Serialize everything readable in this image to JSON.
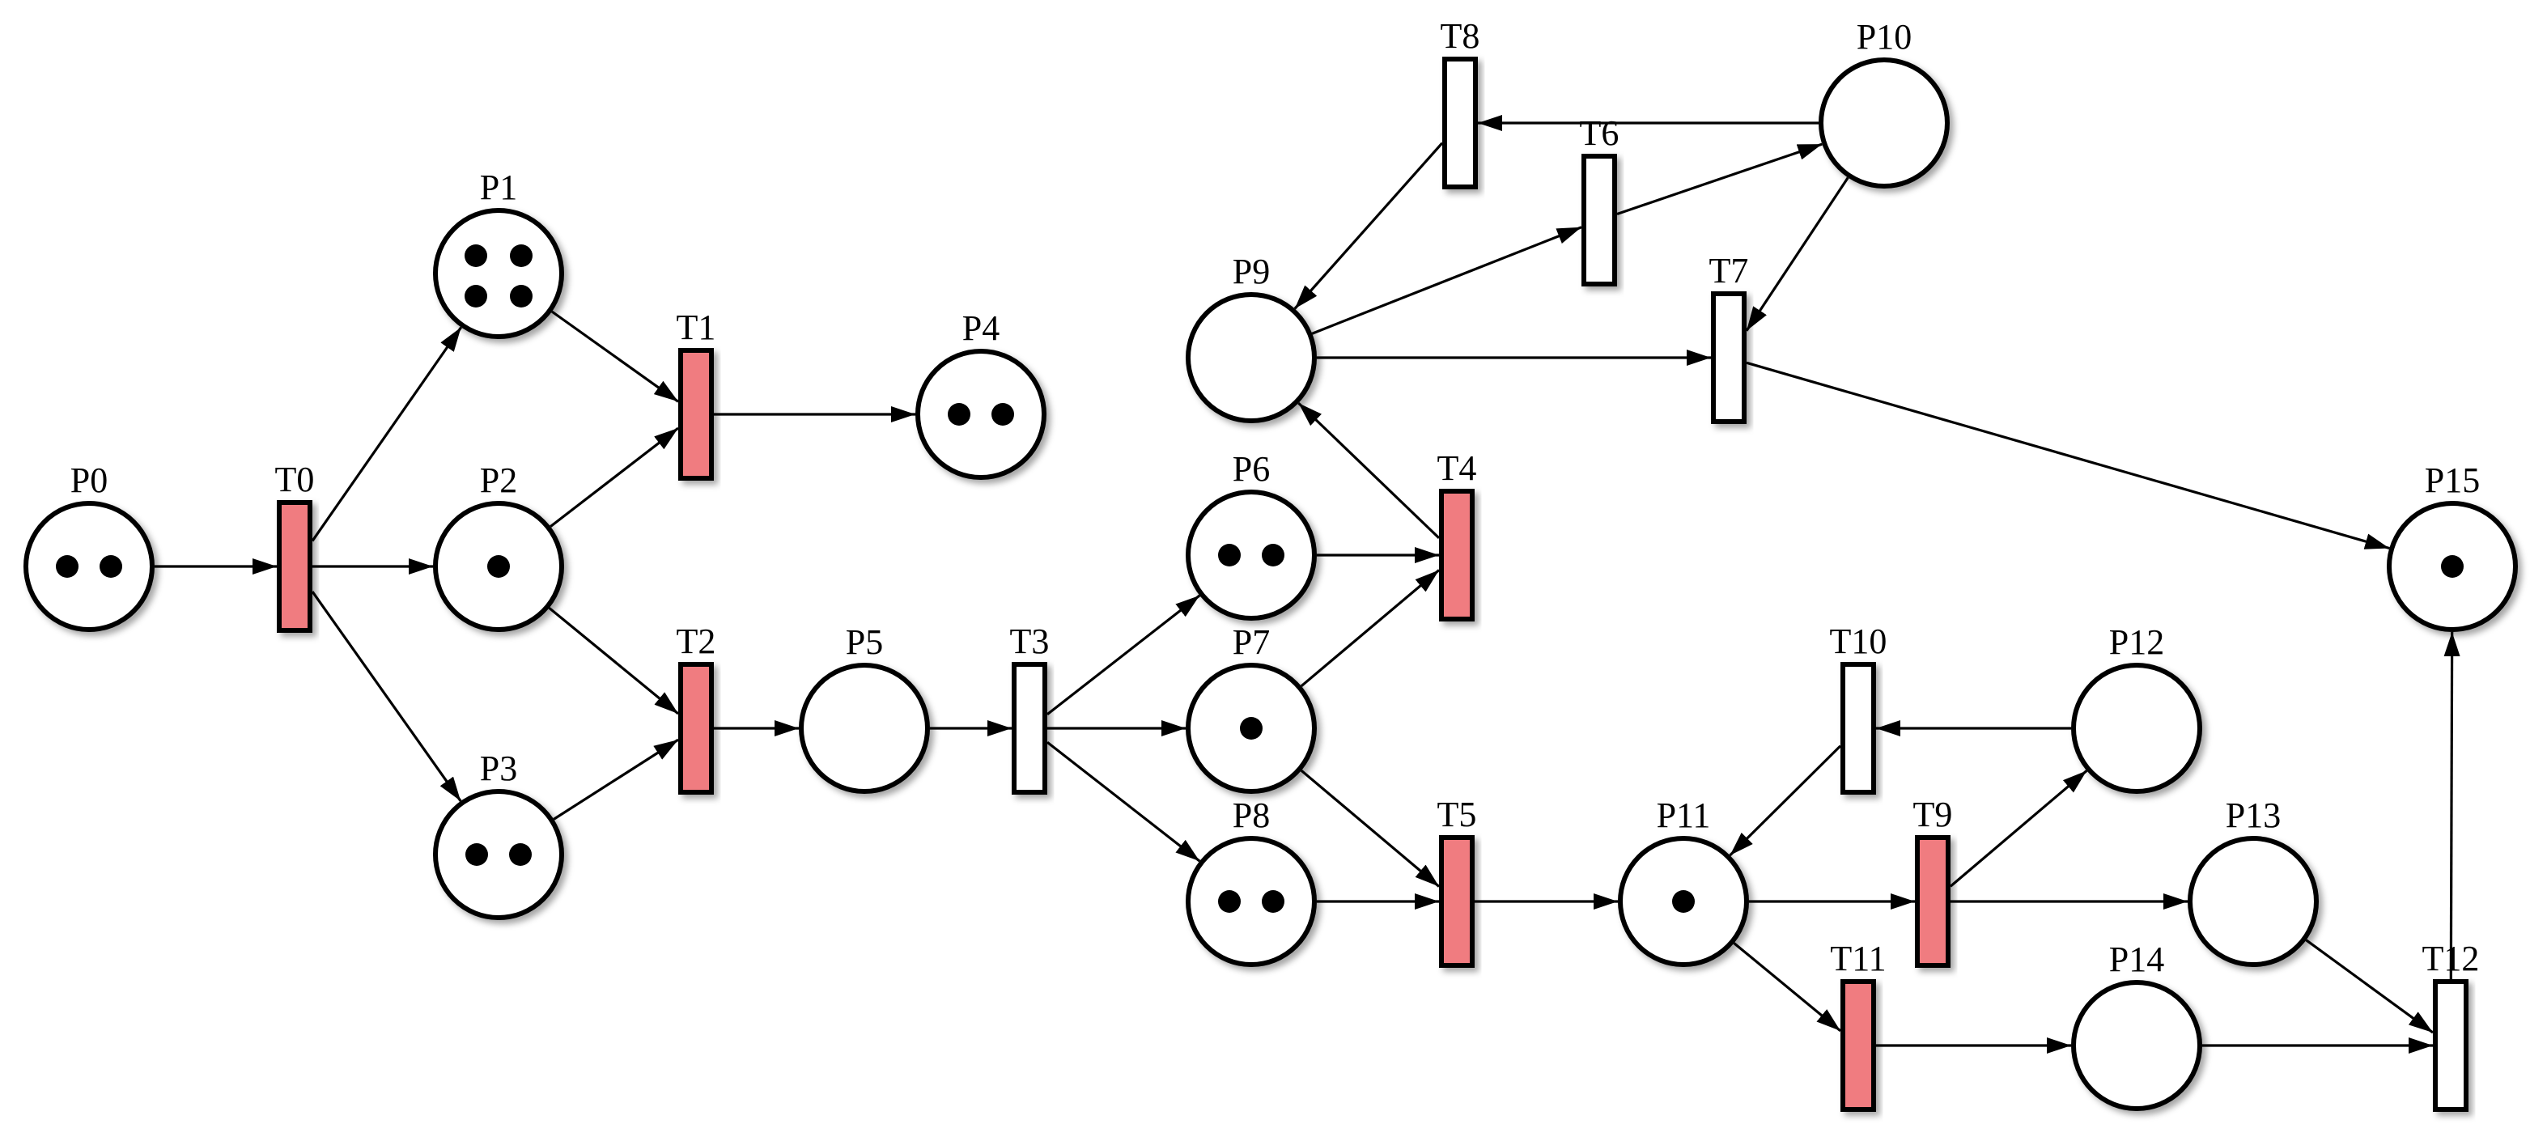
{
  "colors": {
    "enabled_transition": "#f07c80",
    "disabled_transition": "#ffffff",
    "stroke": "#000000",
    "place_fill": "#ffffff"
  },
  "places": [
    {
      "id": "P0",
      "label": "P0",
      "tokens": 2
    },
    {
      "id": "P1",
      "label": "P1",
      "tokens": 4
    },
    {
      "id": "P2",
      "label": "P2",
      "tokens": 1
    },
    {
      "id": "P3",
      "label": "P3",
      "tokens": 2
    },
    {
      "id": "P4",
      "label": "P4",
      "tokens": 2
    },
    {
      "id": "P5",
      "label": "P5",
      "tokens": 0
    },
    {
      "id": "P6",
      "label": "P6",
      "tokens": 2
    },
    {
      "id": "P7",
      "label": "P7",
      "tokens": 1
    },
    {
      "id": "P8",
      "label": "P8",
      "tokens": 2
    },
    {
      "id": "P9",
      "label": "P9",
      "tokens": 0
    },
    {
      "id": "P10",
      "label": "P10",
      "tokens": 0
    },
    {
      "id": "P11",
      "label": "P11",
      "tokens": 1
    },
    {
      "id": "P12",
      "label": "P12",
      "tokens": 0
    },
    {
      "id": "P13",
      "label": "P13",
      "tokens": 0
    },
    {
      "id": "P14",
      "label": "P14",
      "tokens": 0
    },
    {
      "id": "P15",
      "label": "P15",
      "tokens": 1
    }
  ],
  "transitions": [
    {
      "id": "T0",
      "label": "T0",
      "enabled": true
    },
    {
      "id": "T1",
      "label": "T1",
      "enabled": true
    },
    {
      "id": "T2",
      "label": "T2",
      "enabled": true
    },
    {
      "id": "T3",
      "label": "T3",
      "enabled": false
    },
    {
      "id": "T4",
      "label": "T4",
      "enabled": true
    },
    {
      "id": "T5",
      "label": "T5",
      "enabled": true
    },
    {
      "id": "T6",
      "label": "T6",
      "enabled": false
    },
    {
      "id": "T7",
      "label": "T7",
      "enabled": false
    },
    {
      "id": "T8",
      "label": "T8",
      "enabled": false
    },
    {
      "id": "T9",
      "label": "T9",
      "enabled": true
    },
    {
      "id": "T10",
      "label": "T10",
      "enabled": false
    },
    {
      "id": "T11",
      "label": "T11",
      "enabled": true
    },
    {
      "id": "T12",
      "label": "T12",
      "enabled": false
    }
  ],
  "arcs": [
    {
      "from": "P0",
      "to": "T0"
    },
    {
      "from": "T0",
      "to": "P1"
    },
    {
      "from": "T0",
      "to": "P2"
    },
    {
      "from": "T0",
      "to": "P3"
    },
    {
      "from": "P1",
      "to": "T1"
    },
    {
      "from": "P2",
      "to": "T1"
    },
    {
      "from": "T1",
      "to": "P4"
    },
    {
      "from": "P2",
      "to": "T2"
    },
    {
      "from": "P3",
      "to": "T2"
    },
    {
      "from": "T2",
      "to": "P5"
    },
    {
      "from": "P5",
      "to": "T3"
    },
    {
      "from": "T3",
      "to": "P6"
    },
    {
      "from": "T3",
      "to": "P7"
    },
    {
      "from": "T3",
      "to": "P8"
    },
    {
      "from": "P6",
      "to": "T4"
    },
    {
      "from": "P7",
      "to": "T4"
    },
    {
      "from": "T4",
      "to": "P9"
    },
    {
      "from": "P7",
      "to": "T5"
    },
    {
      "from": "P8",
      "to": "T5"
    },
    {
      "from": "T5",
      "to": "P11"
    },
    {
      "from": "P9",
      "to": "T6"
    },
    {
      "from": "T6",
      "to": "P10"
    },
    {
      "from": "P10",
      "to": "T8"
    },
    {
      "from": "T8",
      "to": "P9"
    },
    {
      "from": "P9",
      "to": "T7"
    },
    {
      "from": "P10",
      "to": "T7"
    },
    {
      "from": "T7",
      "to": "P15"
    },
    {
      "from": "P11",
      "to": "T9"
    },
    {
      "from": "T9",
      "to": "P12"
    },
    {
      "from": "T9",
      "to": "P13"
    },
    {
      "from": "P12",
      "to": "T10"
    },
    {
      "from": "T10",
      "to": "P11"
    },
    {
      "from": "P11",
      "to": "T11"
    },
    {
      "from": "T11",
      "to": "P14"
    },
    {
      "from": "P13",
      "to": "T12"
    },
    {
      "from": "P14",
      "to": "T12"
    },
    {
      "from": "T12",
      "to": "P15"
    }
  ]
}
